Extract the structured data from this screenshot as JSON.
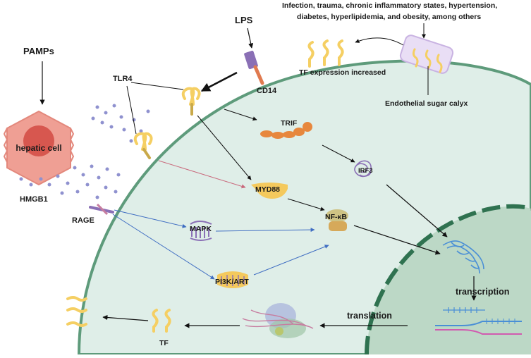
{
  "labels": {
    "pamps": "PAMPs",
    "lps": "LPS",
    "cd14": "CD14",
    "tlr4": "TLR4",
    "hepatic_cell": "hepatic cell",
    "hmgb1": "HMGB1",
    "rage": "RAGE",
    "risk_factors_line1": "Infection, trauma, chronic inflammatory states, hypertension,",
    "risk_factors_line2": "diabetes, hyperlipidemia, and obesity, among others",
    "tf_expression": "TF expression increased",
    "sugar_calyx": "Endothelial sugar calyx",
    "trif": "TRIF",
    "irf3": "IRF3",
    "myd88": "MYD88",
    "nfkb": "NF-κB",
    "mapk": "MAPK",
    "pi3k": "PI3K/ART",
    "transcription": "transcription",
    "translation": "translation",
    "tf": "TF"
  },
  "colors": {
    "cell_fill": "#dfeee8",
    "cell_border": "#5e9b7b",
    "nucleus_fill": "#bcd8c6",
    "nucleus_border": "#2f7250",
    "hepatic_cell": "#ef9f94",
    "hepatic_nucleus": "#d7574f",
    "receptor_yellow": "#f5cf63",
    "myd88": "#f4c95d",
    "trif": "#e7873d",
    "dot": "#8f91cf",
    "arrow_blue": "#3f6dc2",
    "arrow_pink": "#c9697c",
    "arrow_black": "#111111",
    "calyx": "#c9b3e2"
  }
}
